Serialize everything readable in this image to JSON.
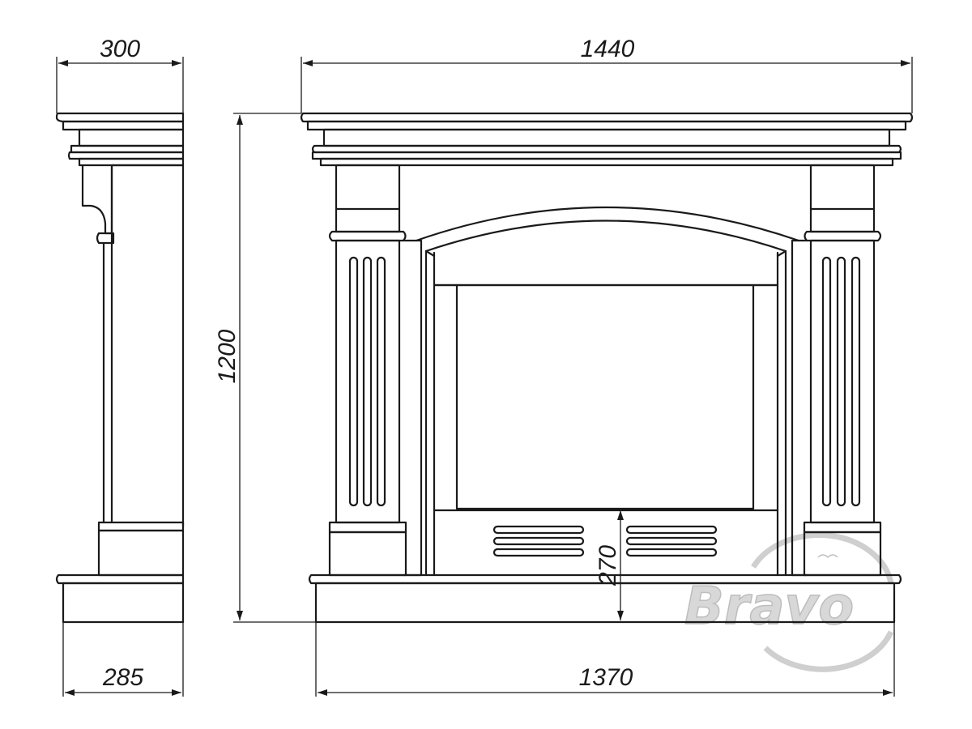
{
  "dimensions": {
    "top_width": "1440",
    "side_top_depth": "300",
    "height": "1200",
    "firebox_bottom_height": "270",
    "side_base_depth": "285",
    "base_width": "1370"
  },
  "watermark": {
    "brand": "Bravo",
    "color": "#cfcfcf"
  },
  "colors": {
    "line": "#1a1a1a",
    "background": "#ffffff"
  }
}
